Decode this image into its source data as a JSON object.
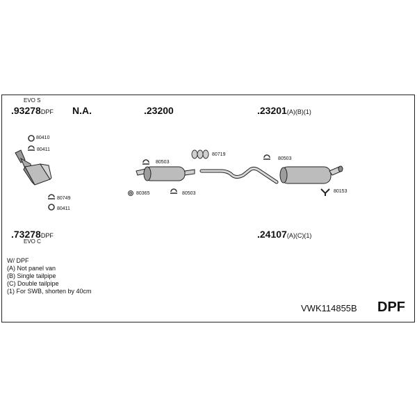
{
  "parts": {
    "top_left": {
      "variant": "EVO S",
      "number": ".93278",
      "suffix": "DPF"
    },
    "na": "N.A.",
    "mid_front": {
      "number": ".23200"
    },
    "rear_top": {
      "number": ".23201",
      "suffix": "(A)(B)(1)"
    },
    "bottom_left": {
      "number": ".73278",
      "suffix": "DPF",
      "variant": "EVO C"
    },
    "rear_bottom": {
      "number": ".24107",
      "suffix": "(A)(C)(1)"
    }
  },
  "accessories": {
    "a1": "80410",
    "a2": "80411",
    "a3": "80749",
    "a4": "80411",
    "a5": "80503",
    "a6": "80719",
    "a7": "80503",
    "a8": "80365",
    "a9": "80503",
    "a10": "80153"
  },
  "notes": {
    "title": "W/ DPF",
    "lines": [
      "(A) Not panel van",
      "(B) Single tailpipe",
      "(C) Double tailpipe",
      "(1) For SWB, shorten by 40cm"
    ]
  },
  "footer": {
    "code": "VWK114855B",
    "tag": "DPF"
  }
}
